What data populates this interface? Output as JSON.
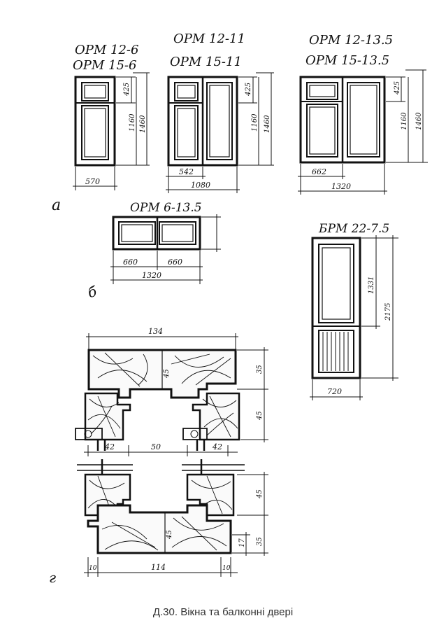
{
  "labels": {
    "a_top": "ОРМ 12-6",
    "a_bot": "ОРМ 15-6",
    "b_top": "ОРМ 12-11",
    "b_bot": "ОРМ 15-11",
    "c_top": "ОРМ 12-13.5",
    "c_bot": "ОРМ 15-13.5",
    "d_title": "ОРМ 6-13.5",
    "e_title": "БРМ 22-7.5"
  },
  "dims": {
    "d425": "425",
    "d1160": "1160",
    "d1460": "1460",
    "d570": "570",
    "d542": "542",
    "d1080": "1080",
    "d662": "662",
    "d1320": "1320",
    "d660": "660",
    "d1331": "1331",
    "d2175": "2175",
    "d720": "720",
    "d134": "134",
    "d35": "35",
    "d45": "45",
    "d42": "42",
    "d50": "50",
    "d17": "17",
    "d10": "10",
    "d114": "114"
  },
  "letters": {
    "a": "а",
    "b": "б",
    "g": "г"
  },
  "caption": "Д.30. Вікна та балконні двері"
}
